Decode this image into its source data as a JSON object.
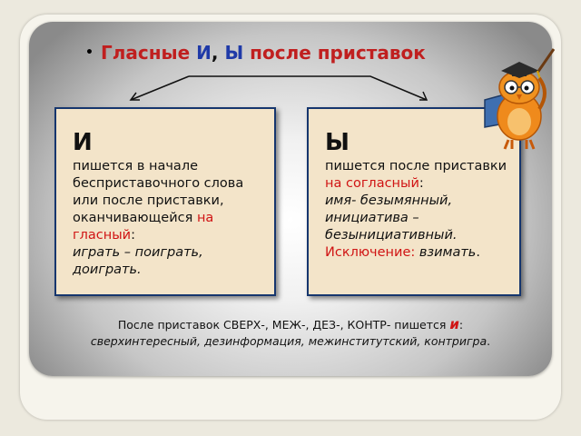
{
  "title": {
    "bullet": "•",
    "part1": "Гласные ",
    "letter_i": "И",
    "comma": ", ",
    "letter_y": "Ы",
    "part2": " после приставок"
  },
  "left_box": {
    "letter": "И",
    "text1": "пишется в начале бесприставочного слова или после приставки, оканчивающейся ",
    "highlight": "на гласный",
    "colon": ":",
    "example": "играть – поиграть, доиграть."
  },
  "right_box": {
    "letter": "Ы",
    "text1": "пишется после приставки ",
    "highlight": "на согласный",
    "colon": ":",
    "example": "имя- безымянный, инициатива – безынициативный.",
    "exception_label": "Исключение: ",
    "exception_word": "взимать",
    "exception_end": "."
  },
  "note": {
    "text": "После приставок СВЕРХ-, МЕЖ-, ДЕЗ-, КОНТР- пишется ",
    "letter": "и",
    "colon": ":",
    "examples": "сверхинтересный, дезинформация, межинститутский, контригра",
    "end": "."
  },
  "colors": {
    "accent_red": "#d01414",
    "accent_blue": "#1f3aa8",
    "box_fill": "#f3e4c9",
    "box_border": "#16366e"
  },
  "icons": [
    "owl-teacher-icon",
    "arrow-left-icon",
    "arrow-right-icon"
  ]
}
